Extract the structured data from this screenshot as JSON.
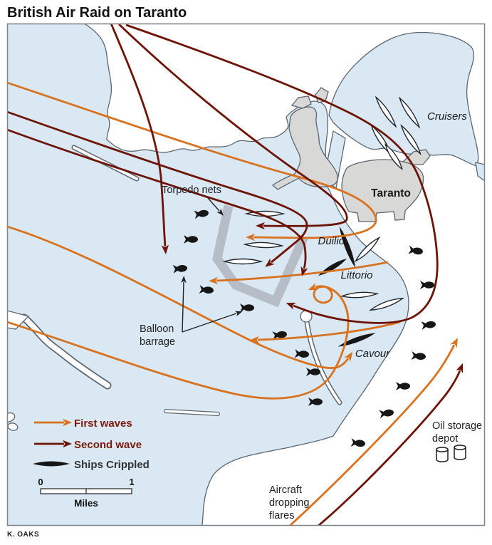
{
  "title": "British Air Raid on Taranto",
  "credit": "K. OAKS",
  "colors": {
    "water": "#d9e8f3",
    "land": "#ffffff",
    "city_fill": "#d8d8d6",
    "coastline": "#5c6670",
    "torpedo_net": "#b6bdc6",
    "first_wave_orange": "#d9721f",
    "second_wave_maroon": "#6e1407",
    "crippled_ship_black": "#161616",
    "legend_text_maroon": "#7c1a0c"
  },
  "labels": {
    "cruisers": "Cruisers",
    "taranto": "Taranto",
    "torpedo_nets": "Torpedo nets",
    "duilio": "Duilio",
    "littorio": "Littorio",
    "cavour": "Cavour",
    "balloon_line1": "Balloon",
    "balloon_line2": "barrage",
    "oil_line1": "Oil storage",
    "oil_line2": "depot",
    "flares_line1": "Aircraft",
    "flares_line2": "dropping",
    "flares_line3": "flares"
  },
  "legend": {
    "first_waves": "First waves",
    "second_wave": "Second wave",
    "ships_crippled": "Ships Crippled"
  },
  "scale": {
    "start": "0",
    "end": "1",
    "unit": "Miles"
  }
}
